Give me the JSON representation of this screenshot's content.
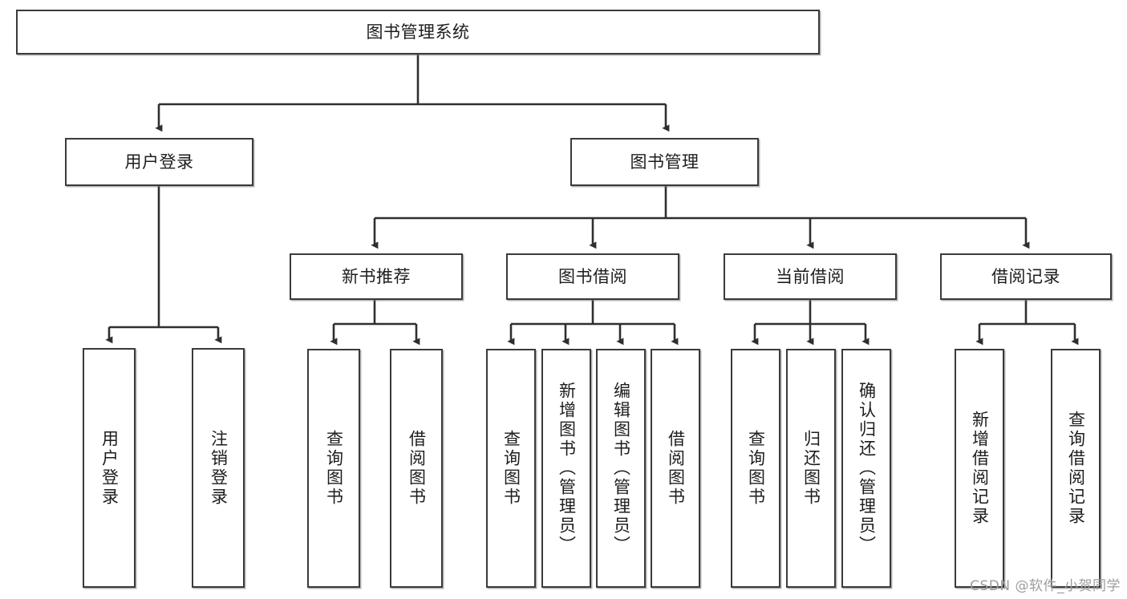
{
  "diagram": {
    "type": "tree-hierarchy-chart",
    "title": "图书管理系统",
    "root": {
      "id": "root",
      "label": "图书管理系统"
    },
    "level2": [
      {
        "id": "user-login",
        "label": "用户登录"
      },
      {
        "id": "book-manage",
        "label": "图书管理"
      }
    ],
    "level3": [
      {
        "id": "new-book-recommend",
        "label": "新书推荐",
        "parent": "book-manage"
      },
      {
        "id": "book-borrow",
        "label": "图书借阅",
        "parent": "book-manage"
      },
      {
        "id": "current-borrow",
        "label": "当前借阅",
        "parent": "book-manage"
      },
      {
        "id": "borrow-record",
        "label": "借阅记录",
        "parent": "book-manage"
      }
    ],
    "leaves": [
      {
        "id": "leaf-user-login",
        "label": "用户登录",
        "parent": "user-login"
      },
      {
        "id": "leaf-user-logout",
        "label": "注销登录",
        "parent": "user-login"
      },
      {
        "id": "leaf-query-book-1",
        "label": "查询图书",
        "parent": "new-book-recommend"
      },
      {
        "id": "leaf-borrow-book-1",
        "label": "借阅图书",
        "parent": "new-book-recommend"
      },
      {
        "id": "leaf-query-book-2",
        "label": "查询图书",
        "parent": "book-borrow"
      },
      {
        "id": "leaf-add-book",
        "label": "新增图书（管理员）",
        "parent": "book-borrow"
      },
      {
        "id": "leaf-edit-book",
        "label": "编辑图书（管理员）",
        "parent": "book-borrow"
      },
      {
        "id": "leaf-borrow-book-2",
        "label": "借阅图书",
        "parent": "book-borrow"
      },
      {
        "id": "leaf-query-book-3",
        "label": "查询图书",
        "parent": "current-borrow"
      },
      {
        "id": "leaf-return-book",
        "label": "归还图书",
        "parent": "current-borrow"
      },
      {
        "id": "leaf-confirm-return",
        "label": "确认归还（管理员）",
        "parent": "current-borrow"
      },
      {
        "id": "leaf-add-record",
        "label": "新增借阅记录",
        "parent": "borrow-record"
      },
      {
        "id": "leaf-query-record",
        "label": "查询借阅记录",
        "parent": "borrow-record"
      }
    ]
  },
  "watermark": {
    "text": "CSDN @软件_小贺同学"
  },
  "colors": {
    "box_border": "#3a3a3a",
    "box_fill": "#ffffff",
    "text": "#1d1d1d",
    "edge": "#2f2f2f",
    "watermark": "#9d9d9d",
    "background": "#ffffff"
  }
}
